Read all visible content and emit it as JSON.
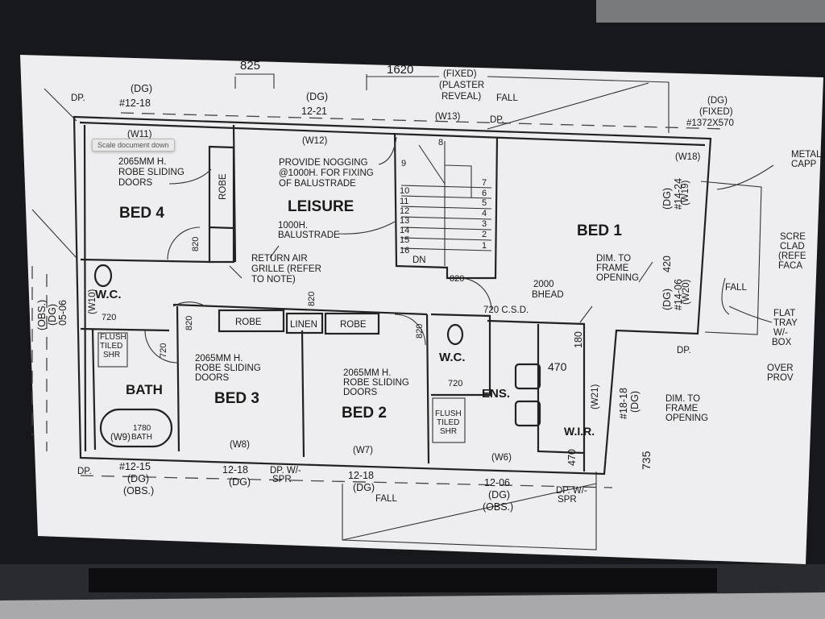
{
  "tooltip": "Scale document down",
  "rooms": {
    "bed4": "BED 4",
    "leisure": "LEISURE",
    "bed1": "BED 1",
    "bed3": "BED 3",
    "bed2": "BED 2",
    "bath": "BATH",
    "wc1": "W.C.",
    "wc2": "W.C.",
    "ens": "ENS.",
    "wir": "W.I.R."
  },
  "storage": {
    "robe_bed4": "ROBE",
    "robe_bed3": "ROBE",
    "linen": "LINEN",
    "robe_bed2": "ROBE"
  },
  "notes": {
    "robe_doors_1": [
      "2065MM H.",
      "ROBE SLIDING",
      "DOORS"
    ],
    "robe_doors_3": [
      "2065MM H.",
      "ROBE SLIDING",
      "DOORS"
    ],
    "robe_doors_2": [
      "2065MM H.",
      "ROBE SLIDING",
      "DOORS"
    ],
    "nogging": [
      "PROVIDE NOGGING",
      "@1000H. FOR FIXING",
      "OF BALUSTRADE"
    ],
    "balustrade": [
      "1000H.",
      "BALUSTRADE"
    ],
    "return_air": [
      "RETURN AIR",
      "GRILLE (REFER",
      "TO NOTE)"
    ],
    "fixed_plaster": [
      "(FIXED)",
      "(PLASTER",
      "REVEAL)"
    ],
    "fixed_dg": [
      "(DG)",
      "(FIXED)",
      "#1372X570"
    ],
    "dim_frame_1": [
      "DIM. TO",
      "FRAME",
      "OPENING"
    ],
    "dim_frame_2": [
      "DIM. TO",
      "FRAME",
      "OPENING"
    ],
    "bhead": [
      "2000",
      "BHEAD"
    ],
    "csd": "720 C.S.D.",
    "flush_1": [
      "FLUSH",
      "TILED",
      "SHR"
    ],
    "flush_2": [
      "FLUSH",
      "TILED",
      "SHR"
    ],
    "bath_size": [
      "1780",
      "BATH"
    ],
    "dn": "DN",
    "fall_1": "FALL",
    "fall_2": "FALL",
    "fall_3": "FALL",
    "metal_cap": [
      "METAL",
      "CAPP"
    ],
    "screen_clad": [
      "SCRE",
      "CLAD",
      "(REFE",
      "FACA"
    ],
    "flat_tray": [
      "FLAT",
      "TRAY",
      "W/-",
      "BOX"
    ],
    "over_prov": [
      "OVER",
      "PROV"
    ],
    "dp": [
      "DP.",
      "DP.",
      "DP.",
      "DP."
    ],
    "dp_spr_1": [
      "DP. W/-",
      "SPR"
    ],
    "dp_spr_2": [
      "DP. W/-",
      "SPR"
    ]
  },
  "windows": {
    "w11": "(W11)",
    "w12": "(W12)",
    "w13": "(W13)",
    "w18": "(W18)",
    "w19": "(W19)",
    "w20": "(W20)",
    "w21": "(W21)",
    "w10": "(W10)",
    "w9": "(W9)",
    "w8": "(W8)",
    "w7": "(W7)",
    "w6": "(W6)"
  },
  "window_specs": {
    "w11": [
      "(DG)",
      "#12-18"
    ],
    "w12": [
      "(DG)",
      "12-21"
    ],
    "w19": [
      "(DG)",
      "#14-24"
    ],
    "w20": [
      "(DG)",
      "#14-06"
    ],
    "w21": [
      "#18-18",
      "(DG)"
    ],
    "w10": [
      "(OBS.)",
      "(DG)",
      "05-06"
    ],
    "w9": [
      "#12-15",
      "(DG)",
      "(OBS.)"
    ],
    "w8": [
      "12-18",
      "(DG)"
    ],
    "w7": [
      "12-18",
      "(DG)"
    ],
    "w6": [
      "12-06",
      "(DG)",
      "(OBS.)"
    ]
  },
  "dimensions": {
    "d825": "825",
    "d1620": "1620",
    "d820a": "820",
    "d820b": "820",
    "d820c": "820",
    "d820d": "820",
    "d820e": "820",
    "d720a": "720",
    "d720b": "720",
    "d720c": "720",
    "d420": "420",
    "d180": "180",
    "d470a": "470",
    "d470b": "470",
    "d735": "735"
  },
  "stair_numbers": [
    "1",
    "2",
    "3",
    "4",
    "5",
    "6",
    "7",
    "8",
    "9",
    "10",
    "11",
    "12",
    "13",
    "14",
    "15",
    "16"
  ]
}
